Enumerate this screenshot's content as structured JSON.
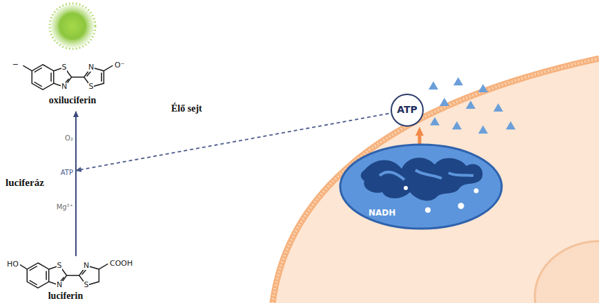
{
  "diagram": {
    "nodes": [
      {
        "text": [
          "ATP"
        ]
      },
      {
        "text": [
          "ATP"
        ]
      },
      {
        "text": [
          "NADH"
        ]
      }
    ],
    "edges": [
      {
        "from": 0,
        "to": 1,
        "arrow": "to"
      }
    ],
    "labels": [
      "Élő sejt",
      "luciferáz",
      "oxiluciferin",
      "luciferin",
      "O₂",
      "Mg²⁺",
      "−",
      "S",
      "N",
      "N",
      "S",
      "O⁻",
      "HO",
      "S",
      "N",
      "N",
      "S",
      "COOH"
    ]
  }
}
